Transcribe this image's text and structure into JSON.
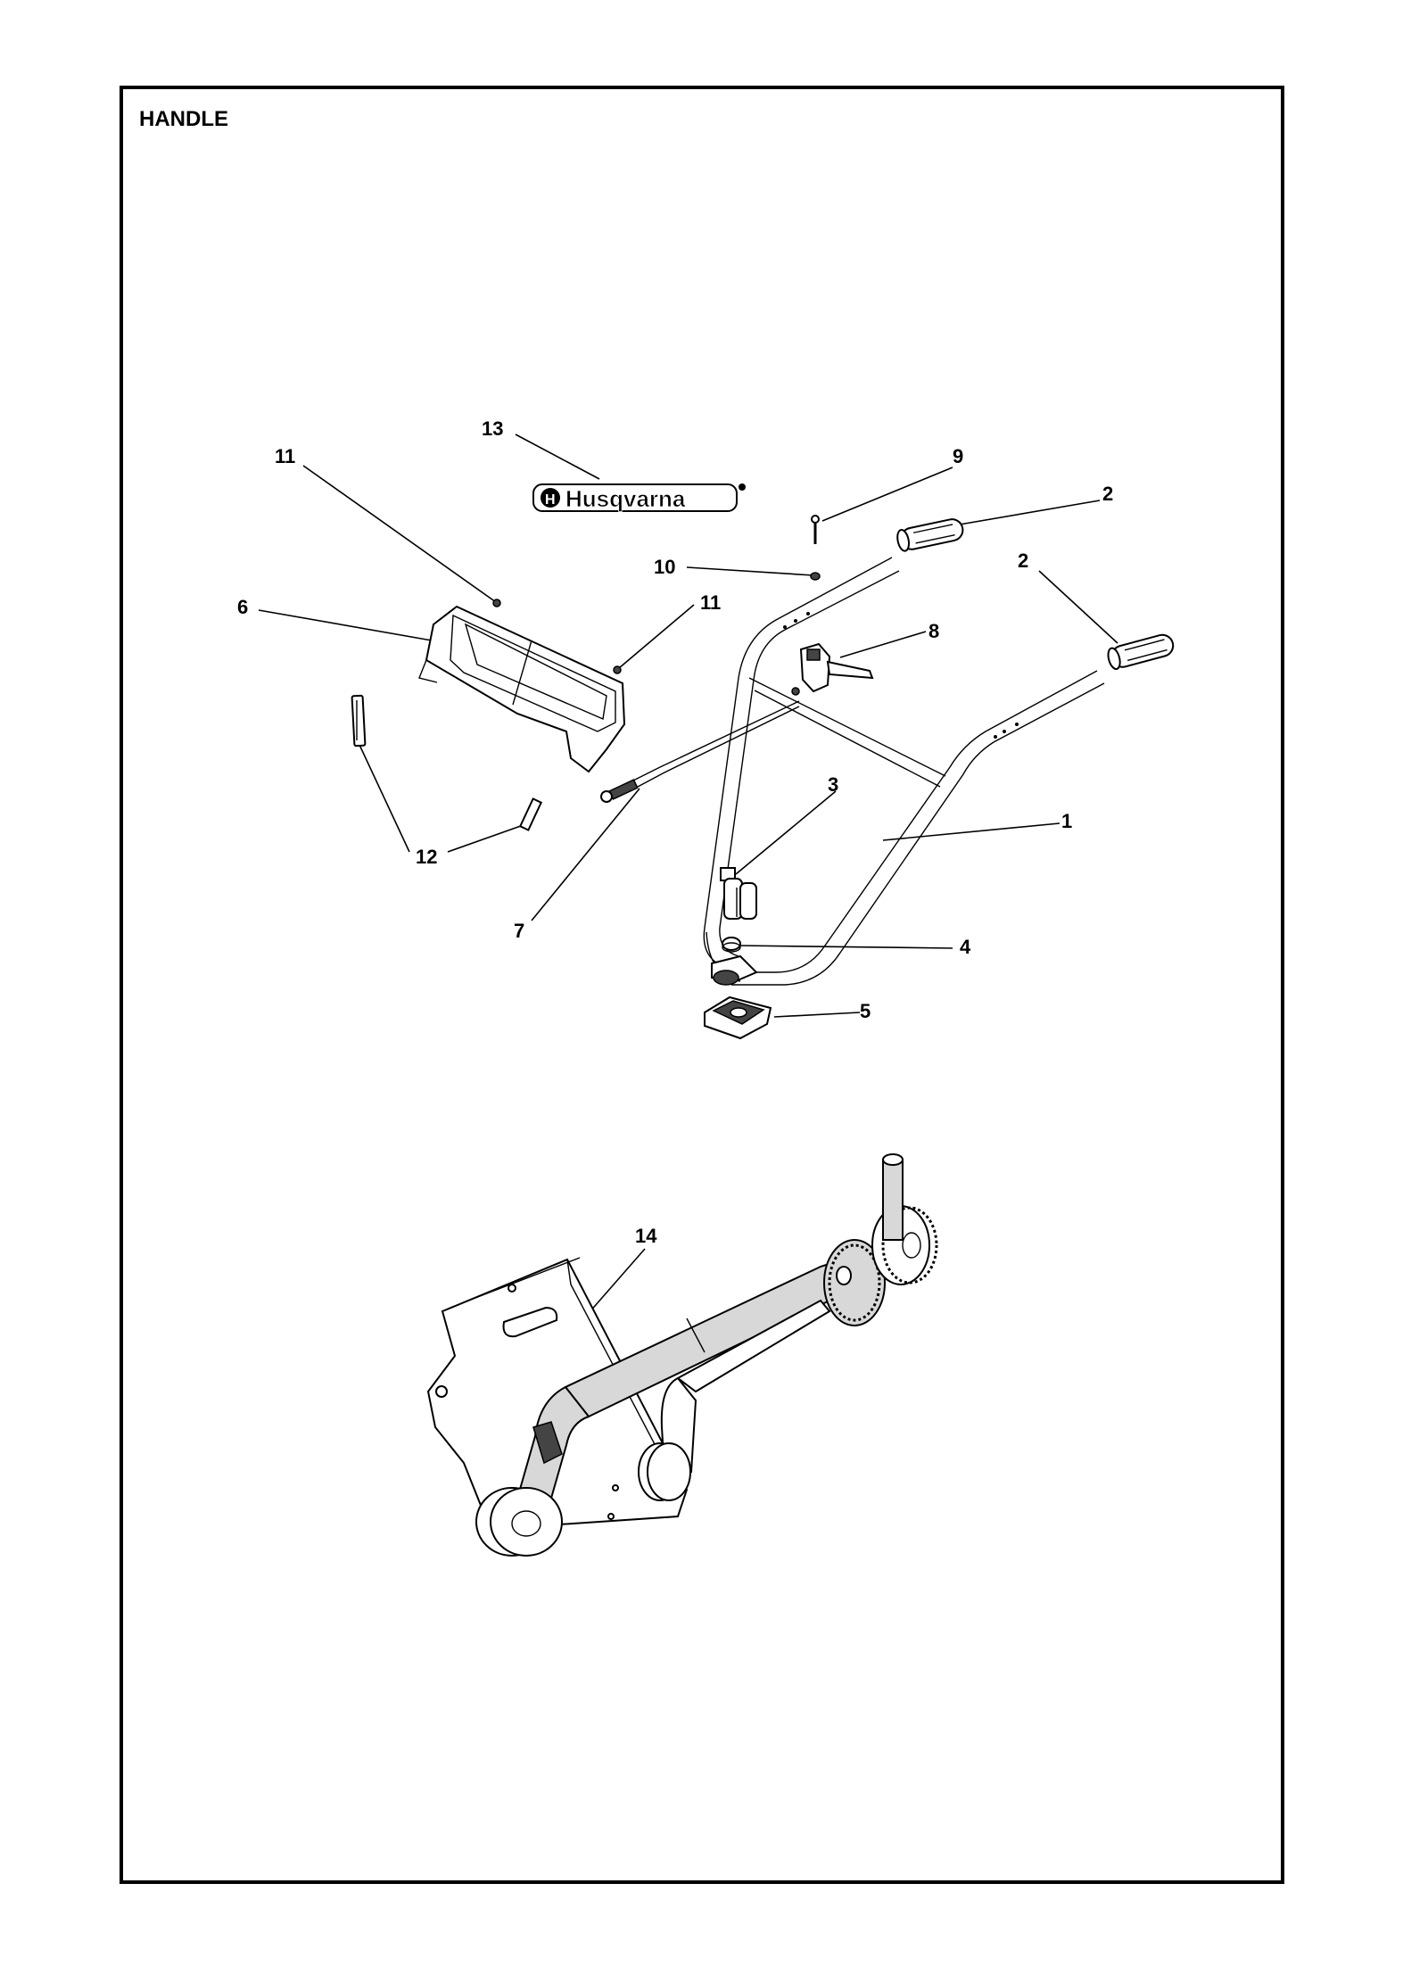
{
  "page": {
    "title": "HANDLE"
  },
  "callouts": [
    {
      "id": "c13",
      "label": "13"
    },
    {
      "id": "c11a",
      "label": "11"
    },
    {
      "id": "c9",
      "label": "9"
    },
    {
      "id": "c2a",
      "label": "2"
    },
    {
      "id": "c10",
      "label": "10"
    },
    {
      "id": "c2b",
      "label": "2"
    },
    {
      "id": "c6",
      "label": "6"
    },
    {
      "id": "c11b",
      "label": "11"
    },
    {
      "id": "c8",
      "label": "8"
    },
    {
      "id": "c3",
      "label": "3"
    },
    {
      "id": "c1",
      "label": "1"
    },
    {
      "id": "c12",
      "label": "12"
    },
    {
      "id": "c7",
      "label": "7"
    },
    {
      "id": "c4",
      "label": "4"
    },
    {
      "id": "c5",
      "label": "5"
    },
    {
      "id": "c14",
      "label": "14"
    }
  ],
  "logo": {
    "text": "Husqvarna"
  }
}
